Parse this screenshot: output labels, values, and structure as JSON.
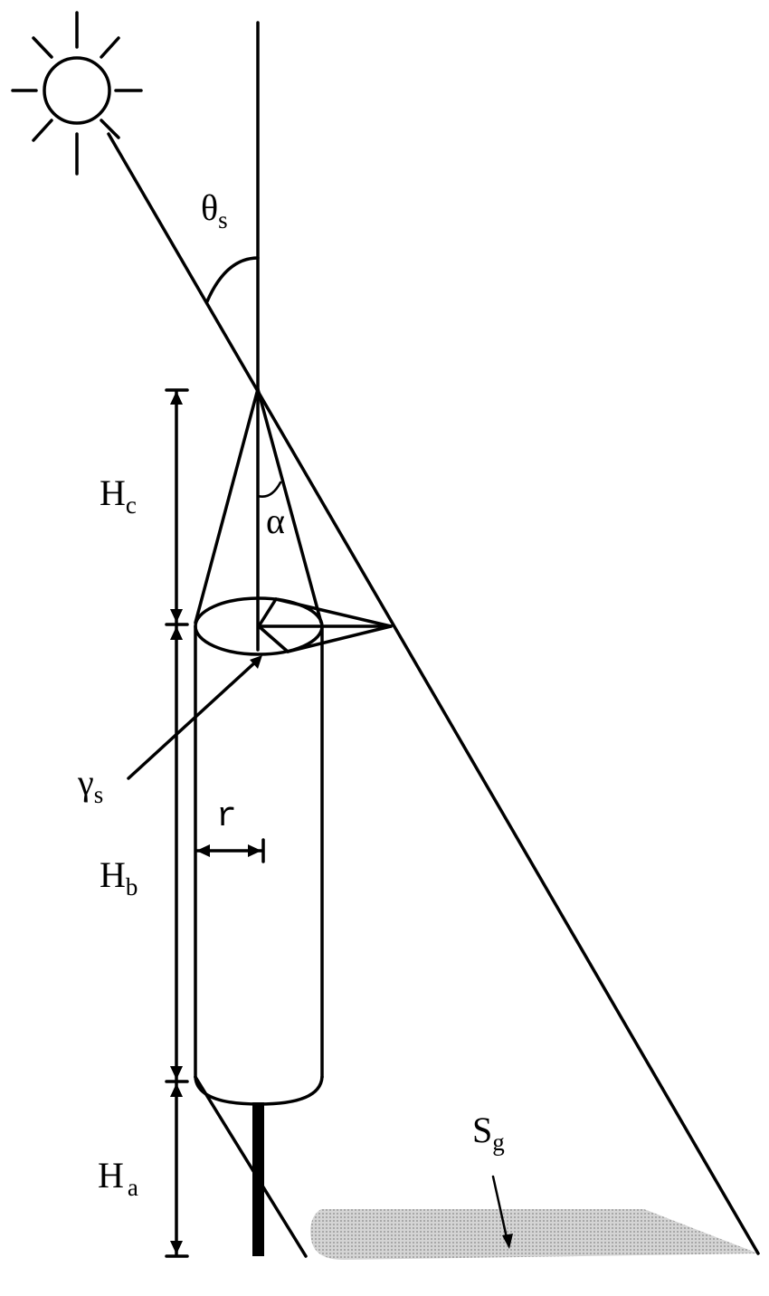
{
  "labels": {
    "zenith_angle": {
      "main": "θ",
      "sub": "s"
    },
    "crown_half_angle": {
      "main": "α"
    },
    "crown_height": {
      "main": "H",
      "sub": "c"
    },
    "bole_height": {
      "main": "H",
      "sub": "b"
    },
    "trunk_height": {
      "main": "H",
      "sub": "a"
    },
    "radius": {
      "main": "r"
    },
    "azimuth_angle": {
      "main": "γ",
      "sub": "s"
    },
    "ground_shadow": {
      "main": "S",
      "sub": "g"
    }
  },
  "colors": {
    "line": "#000000",
    "shadow_fill": "#c8c8c8",
    "background": "#ffffff"
  },
  "icons": {
    "sun": "sun-icon"
  }
}
